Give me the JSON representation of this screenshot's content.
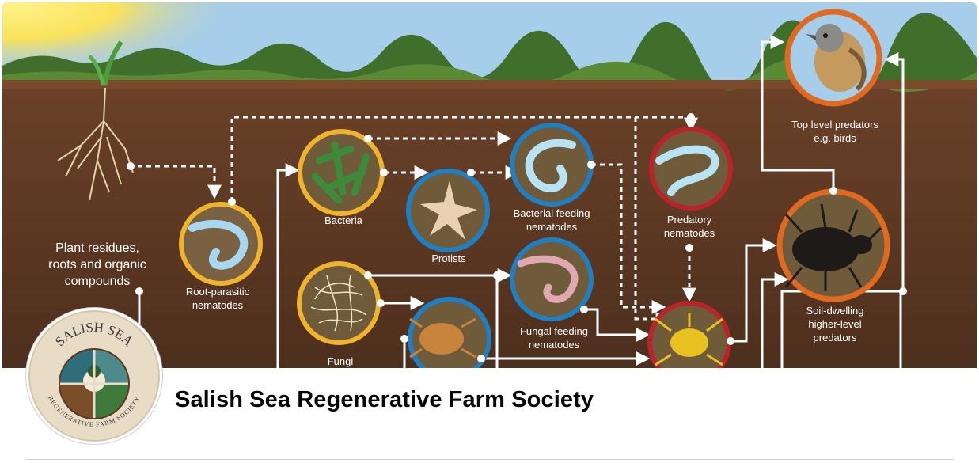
{
  "page": {
    "name": "Salish Sea Regenerative Farm Society"
  },
  "cover": {
    "labels": {
      "plant_residues": [
        "Plant residues,",
        "roots and organic",
        "compounds"
      ],
      "root_parasitic": [
        "Root-parasitic",
        "nematodes"
      ],
      "bacteria": "Bacteria",
      "protists": "Protists",
      "bacterial_feeding": [
        "Bacterial feeding",
        "nematodes"
      ],
      "predatory": [
        "Predatory",
        "nematodes"
      ],
      "top_predators": [
        "Top level predators",
        "e.g. birds"
      ],
      "fungi": "Fungi",
      "fungal_feeding": [
        "Fungal feeding",
        "nematodes"
      ],
      "soil_dwelling": [
        "Soil-dwelling",
        "higher-level",
        "predators"
      ]
    }
  },
  "logo": {
    "top_text": "SALISH SEA",
    "bottom_text": "REGENERATIVE FARM SOCIETY"
  },
  "colors": {
    "soil": "#5e3a25",
    "sky": "#a6cdea",
    "grass": "#3f6f2a",
    "ring_yellow": "#f0b32e",
    "ring_blue": "#1e7fc2",
    "ring_red": "#b8242a",
    "ring_orange": "#e06a1f"
  }
}
